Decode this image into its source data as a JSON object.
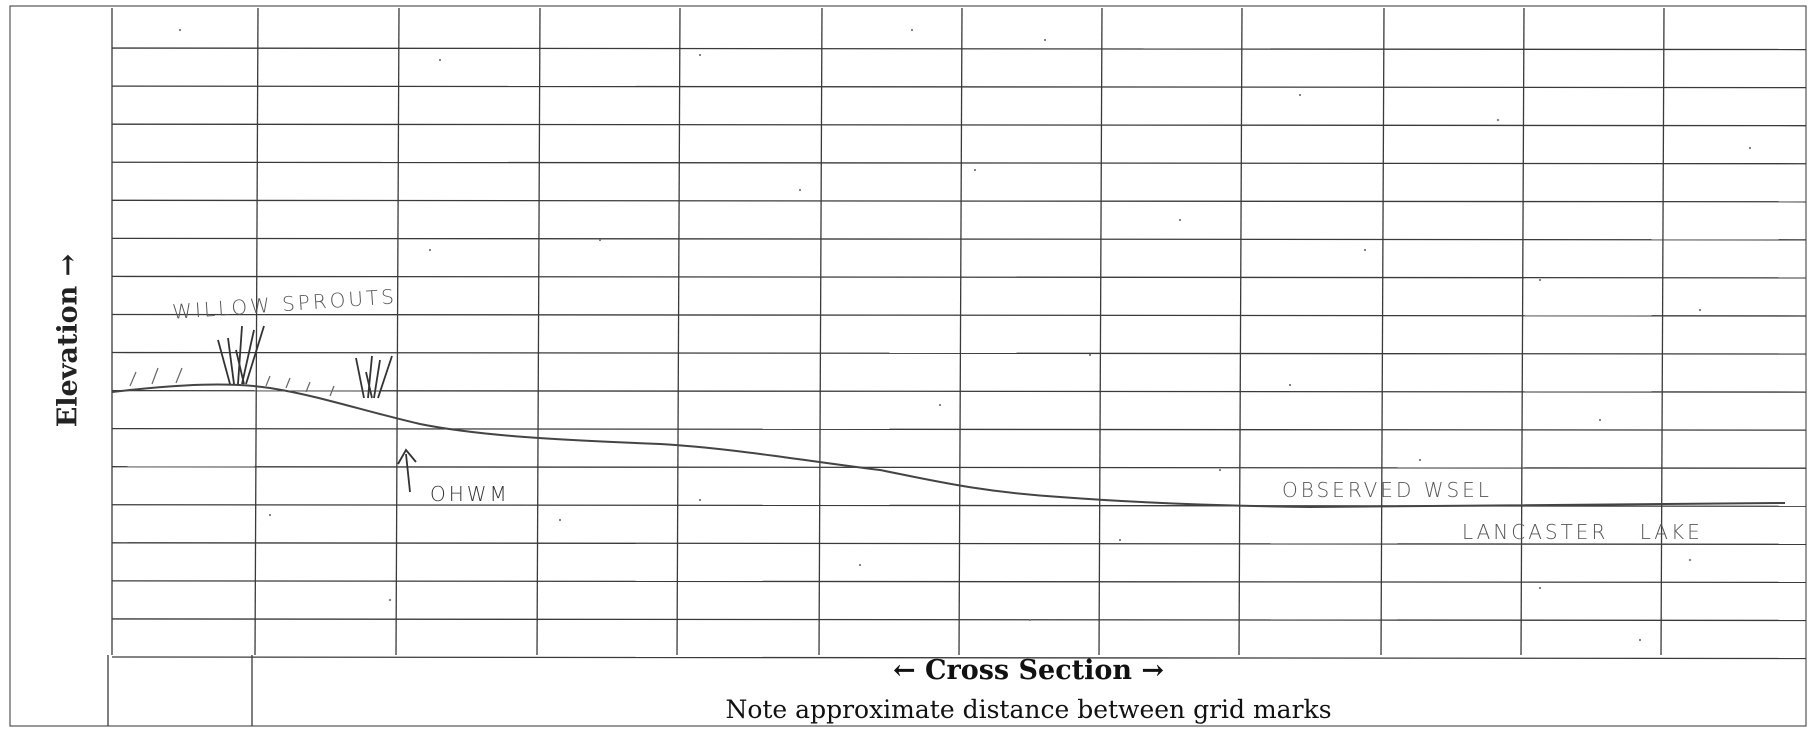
{
  "axes": {
    "y_label": "Elevation →",
    "x_label": "← Cross Section →",
    "note": "Note approximate distance between grid marks"
  },
  "annotations": {
    "vegetation": "WILLOW SPROUTS",
    "ohwm": "OHWM",
    "wsel": "OBSERVED WSEL",
    "waterbody": "LANCASTER LAKE"
  },
  "grid": {
    "columns": 12,
    "rows": 17
  },
  "colors": {
    "grid": "#3a3a3a",
    "ink": "#555555",
    "text": "#111111"
  }
}
